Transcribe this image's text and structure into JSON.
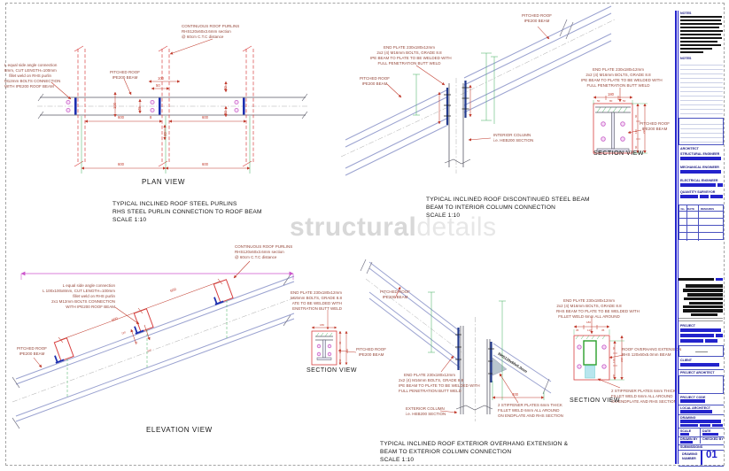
{
  "wm": {
    "b": "structural",
    "l": "details"
  },
  "com": {
    "p1": "PITCHED ROOF",
    "p2": "IPE200 BEAM",
    "sv": "SECTION VIEW"
  },
  "pl": {
    "label": "PLAN VIEW",
    "cap1": "TYPICAL INCLINED ROOF STEEL PURLINS",
    "cap2": "RHS STEEL PURLIN CONNECTION TO ROOF BEAM",
    "cap3": "SCALE 1:10",
    "cp1": "CONTINUOUS ROOF PURLINS",
    "cp2": "RHS120x60x3.6mm section",
    "cp3": "@ 60cm C.T.C distance",
    "ca1": "L equal side angle connection",
    "ca2": "8mm, CUT LENGTH=100mm",
    "ca3": "fillet weld on RHS purlin",
    "ca4": "M12mm BOLTS CONNECTION",
    "ca5": "WITH IPE200 ROOF BEAM",
    "d": {
      "sp1": "600",
      "sp2": "600",
      "sp3": "600",
      "sp4": "600",
      "a": "100",
      "b": "50",
      "c": "100",
      "e": "45",
      "f": "8",
      "g": "40",
      "h": "30",
      "i": "30"
    }
  },
  "inte": {
    "cap1": "TYPICAL INCLINED ROOF DISCONTINUED STEEL BEAM",
    "cap2": "BEAM TO INTERIOR COLUMN CONNECTION",
    "cap3": "SCALE 1:10",
    "ep1": "END PLATE 230x180x12mm",
    "ep2": "2x2 (4) M16mm BOLTS, GRADE 8.8",
    "ep3": "IPE BEAM TO PLATE TO BE WELDED WITH",
    "ep4": "FULL PENETRATION BUTT WELD",
    "col1": "INTERIOR COLUMN",
    "col2": "i.e. HEB200 SECTION",
    "d": {
      "w": "180",
      "c1": "50",
      "c2": "80",
      "c3": "50",
      "r1": "60",
      "r2": "110",
      "r3": "60",
      "h": "230"
    }
  },
  "el": {
    "label": "ELEVATION VIEW",
    "cp1": "CONTINUOUS ROOF PURLINS",
    "cp2": "RHS120x60x3.6mm section",
    "cp3": "@ 60cm C.T.C distance",
    "ca1": "L equal side angle connection",
    "ca2": "L 100x100x8mm, CUT LENGTH=100mm",
    "ca3": "fillet weld on RHS purlin",
    "ca4": "2x1 M12mm BOLTS CONNECTION",
    "ca5": "WITH IPE200 ROOF BEAM",
    "d": {
      "sp1": "600",
      "sp2": "600",
      "a": "120",
      "b": "75",
      "c": "100"
    }
  },
  "ex": {
    "cap1": "TYPICAL INCLINED ROOF EXTERIOR OVERHANG  EXTENSION &",
    "cap2": "BEAM TO EXTERIOR COLUMN CONNECTION",
    "cap3": "SCALE 1:10",
    "ep1": "END PLATE 230x180x12mm",
    "ep2": "2x2 (4) M16mm BOLTS, GRADE 8.8",
    "ep3": "IPE BEAM TO PLATE TO BE WELDED WITH",
    "ep4": "FULL PENETRATION BUTT WELD",
    "lp1": "END PLATE 230x180x12mm",
    "lp2": "M16mm BOLTS, GRADE 8.8",
    "lp3": "ATE TO BE WELDED WITH",
    "lp4": "ENETRATION BUTT WELD",
    "rp1": "END PLATE 230x180x12mm",
    "rp2": "2x2 (4) M16mm BOLTS, GRADE 8.8",
    "rp3": "RHS BEAM TO PLATE TO BE WELDED WITH",
    "rp4": "FILLET WELD 6mm ALL AROUND",
    "col1": "EXTERIOR COLUMN",
    "col2": "i.e. HEB200 SECTION",
    "st1": "2 STIFFENER PLATES 6mm THICK",
    "st2": "FILLET WELD 6mm ALL AROUND",
    "st3": "ON ENDPLATE AND RHS SECTION",
    "ov1": "ROOF OVERHANG EXTENSION",
    "ov2": "RHS 120x60x5.0mm BEAM",
    "beam": "RHS120x60x5.0mm",
    "d": {
      "span": "400"
    },
    "sl": {
      "w": "180",
      "r1": "60",
      "r2": "110",
      "r3": "60",
      "h": "230"
    },
    "sr": {
      "w": "180",
      "c1": "35",
      "c2": "110",
      "c3": "35",
      "r1": "60",
      "r2": "110",
      "r3": "60",
      "h": "230"
    }
  },
  "tb": {
    "notes": "NOTES",
    "notes2": "NOTES",
    "architect": "ARCHITECT",
    "structural": "STRUCTURAL ENGINEER",
    "mechanical": "MECHANICAL ENGINEER",
    "electrical": "ELECTRICAL ENGINEER",
    "qs": "QUANTITY SURVEYOR",
    "rev_no": "No.",
    "rev_date": "DATE",
    "rev_rem": "REMARKS",
    "project": "PROJECT",
    "client": "CLIENT",
    "parch": "PROJECT ARCHITECT",
    "pcode": "PROJECT CODE",
    "larch": "LOCAL ARCHITECT",
    "drawing": "DRAWING",
    "scale": "SCALE",
    "date": "DATE",
    "drawn": "DRAWN BY",
    "checked": "CHECKED BY",
    "subs": "SUBMISSIONS",
    "dn1": "DRAWING",
    "dn2": "NUMBER",
    "num": "01"
  }
}
